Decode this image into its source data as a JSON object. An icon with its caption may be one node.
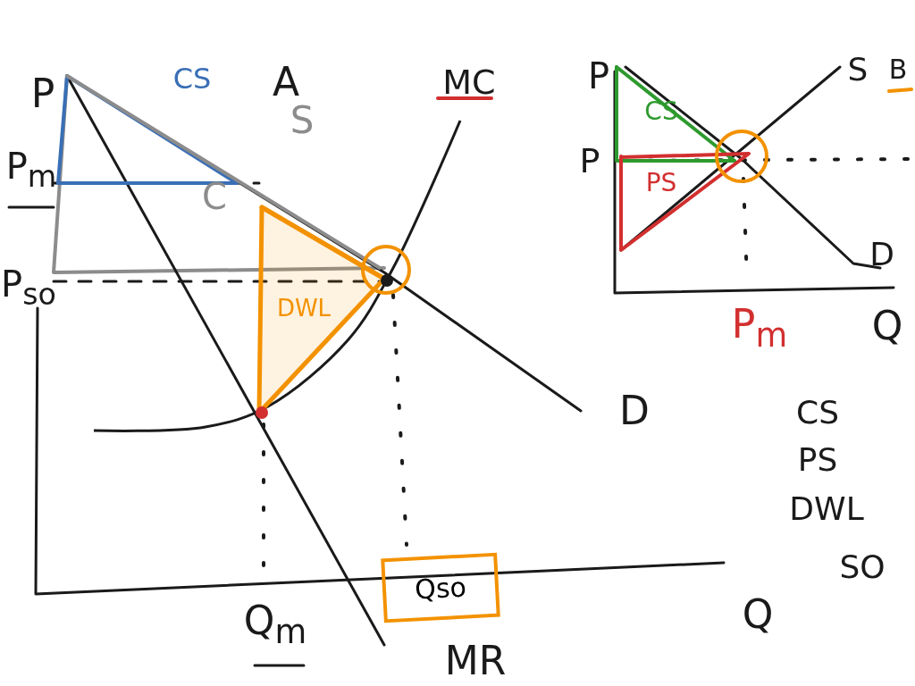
{
  "diagram": {
    "nodes": [
      {
        "text": [
          "Qso"
        ]
      }
    ],
    "edges": [],
    "labels": [
      "P",
      "CS",
      "A",
      "MC",
      "P",
      "S",
      "B",
      "CS",
      "S",
      "P$_{m}$",
      "P",
      "PS",
      "C",
      "P$_{so}$",
      "DWL",
      "D",
      "P$_{m}$",
      "Q",
      "D",
      "CS",
      "PS",
      "DWL",
      "SO",
      "Q$_{m}$",
      "Q",
      "MR"
    ]
  }
}
